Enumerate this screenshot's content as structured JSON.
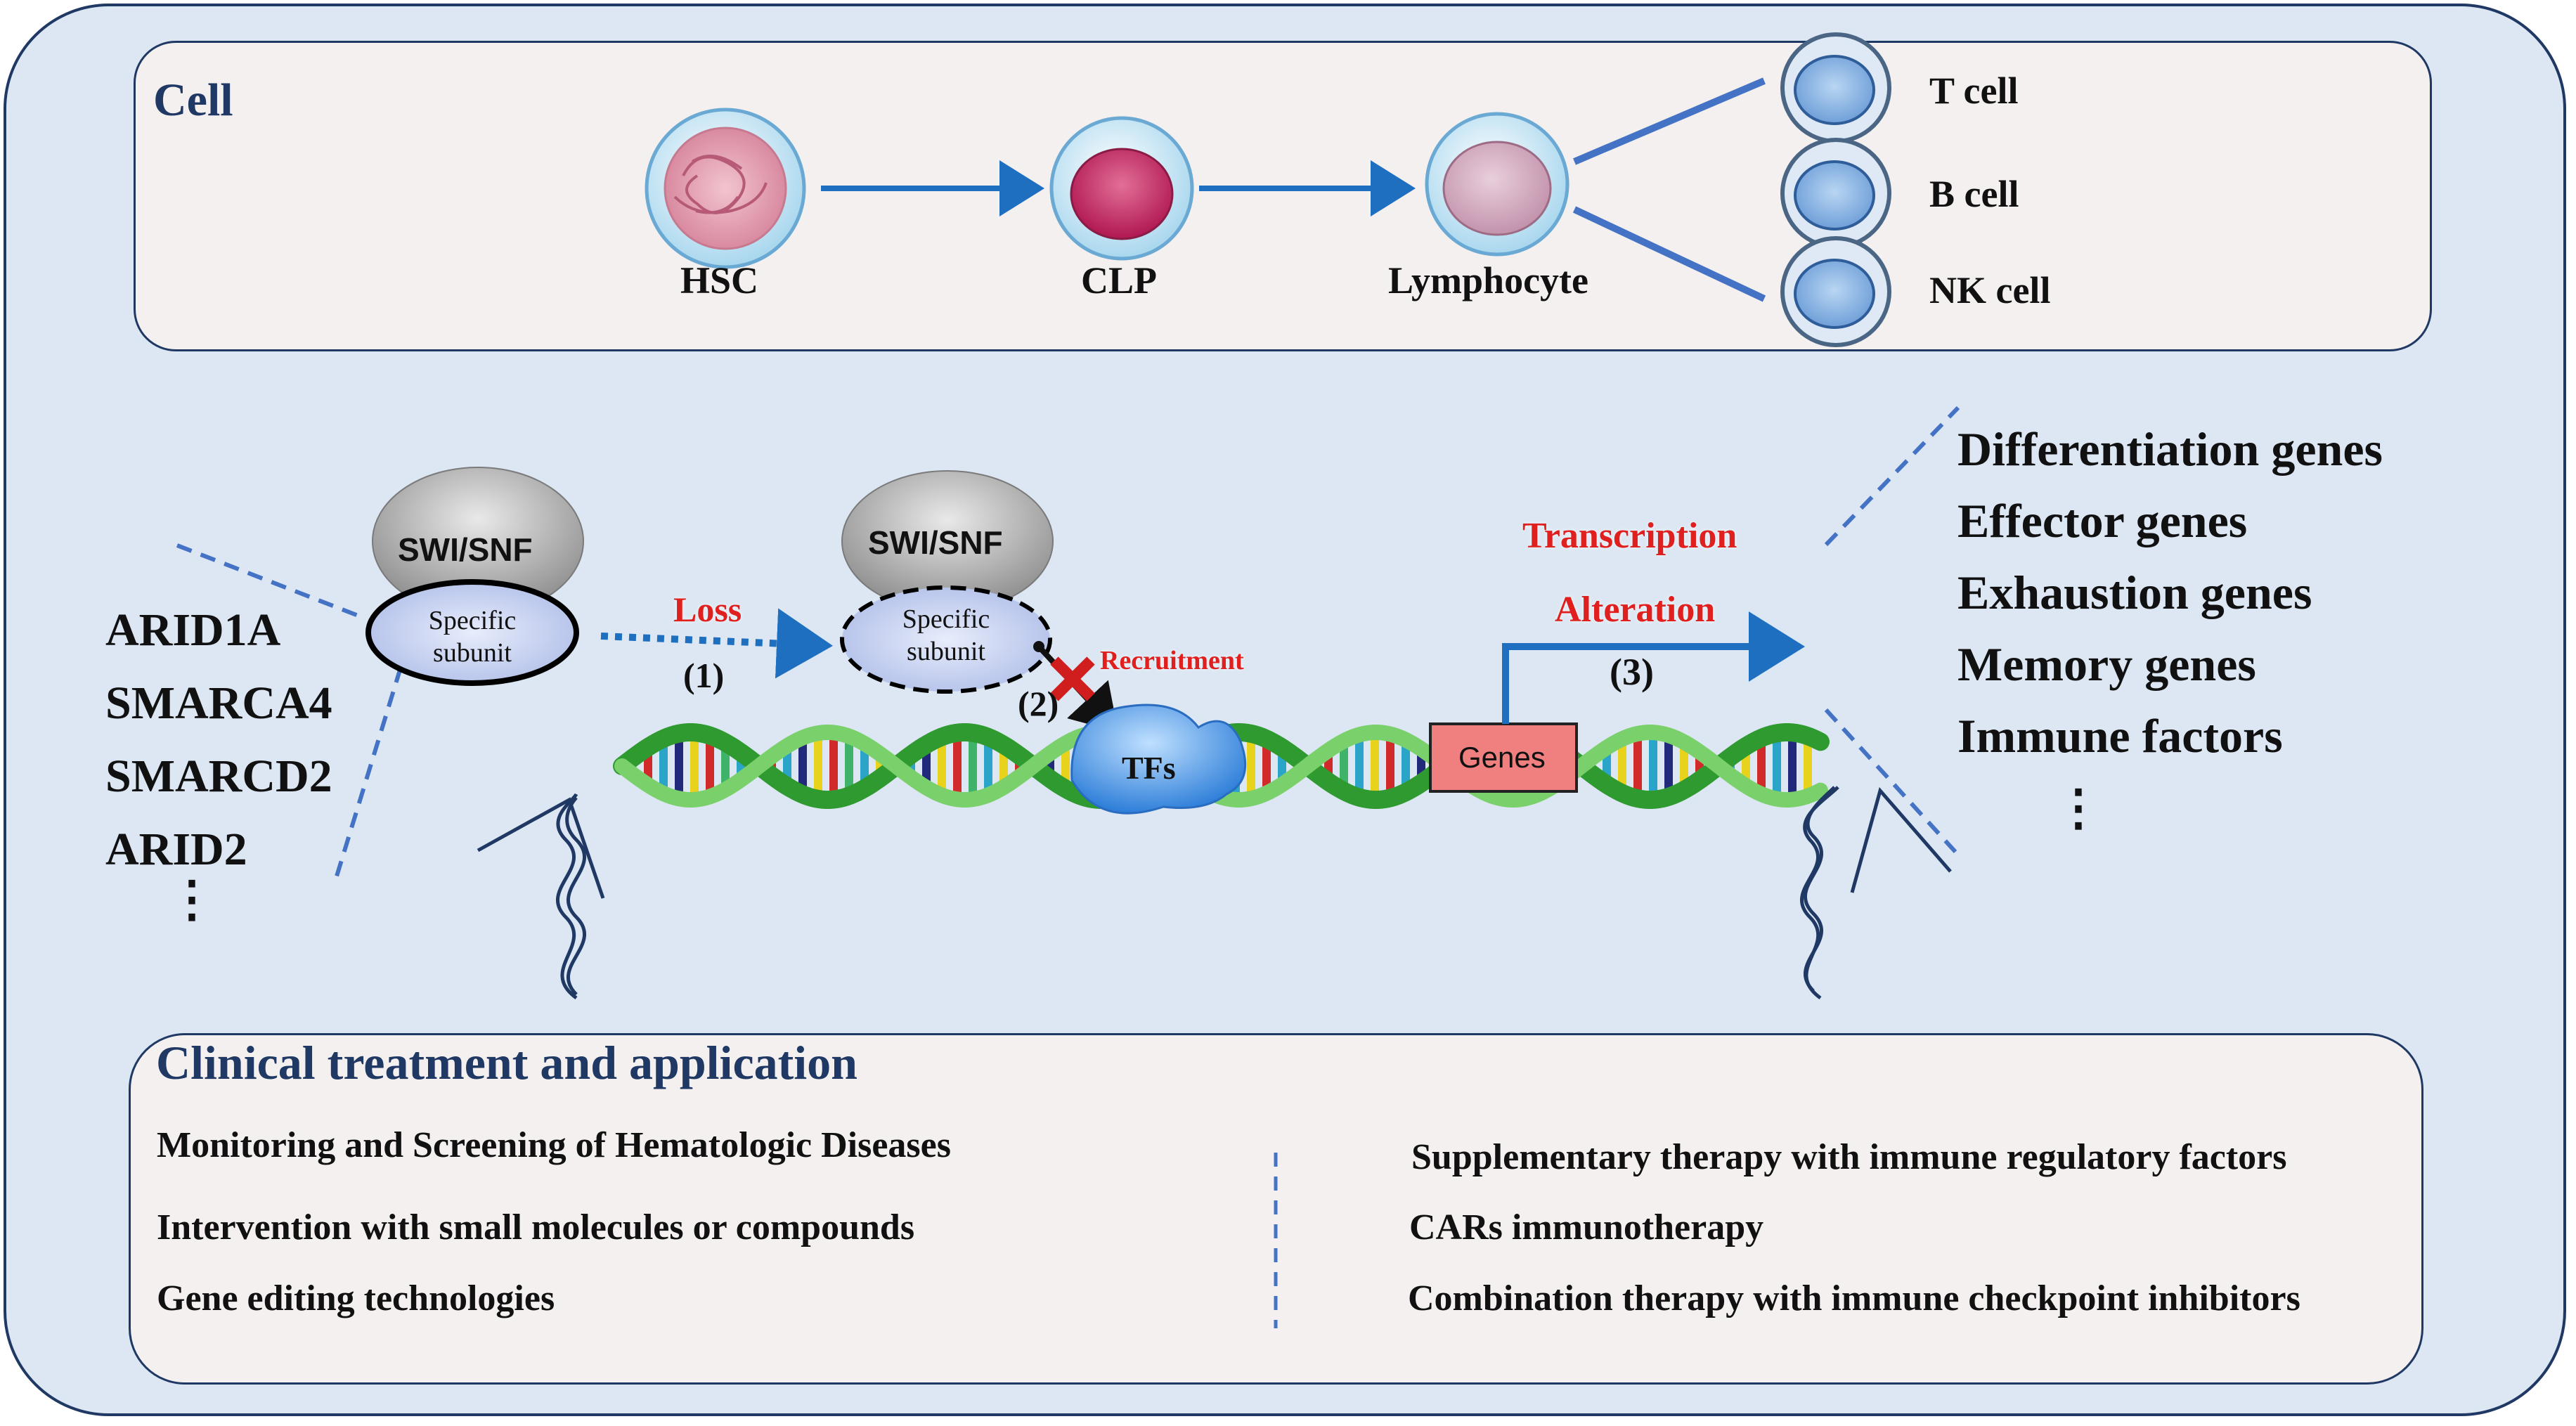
{
  "cell_section": {
    "title": "Cell",
    "hsc": "HSC",
    "clp": "CLP",
    "lymphocyte": "Lymphocyte",
    "t_cell": "T cell",
    "b_cell": "B cell",
    "nk_cell": "NK cell"
  },
  "mechanism": {
    "swisnf_left": "SWI/SNF",
    "subunit_left": [
      "Specific",
      "subunit"
    ],
    "swisnf_right": "SWI/SNF",
    "subunit_right": [
      "Specific",
      "subunit"
    ],
    "loss": "Loss",
    "step1": "(1)",
    "recruitment": "Recruitment",
    "step2": "(2)",
    "tfs": "TFs",
    "genes": "Genes",
    "transcription": "Transcription",
    "alteration": "Alteration",
    "step3": "(3)"
  },
  "subunits": [
    "ARID1A",
    "SMARCA4",
    "SMARCD2",
    "ARID2"
  ],
  "subunits_ellipsis": "⋮",
  "gene_targets": [
    "Differentiation genes",
    "Effector genes",
    "Exhaustion genes",
    "Memory genes",
    "Immune factors"
  ],
  "gene_targets_ellipsis": "⋮",
  "clinical": {
    "title": "Clinical treatment and application",
    "left_items": [
      "Monitoring and Screening of Hematologic Diseases",
      "Intervention with small molecules or compounds",
      "Gene editing technologies"
    ],
    "right_items": [
      "Supplementary therapy with immune regulatory factors",
      "CARs immunotherapy",
      "Combination therapy with immune checkpoint inhibitors"
    ]
  },
  "colors": {
    "navy": "#1f3864",
    "arrow_blue": "#1f6fc0",
    "red_label": "#e0201e",
    "background": "#dce7f3"
  }
}
